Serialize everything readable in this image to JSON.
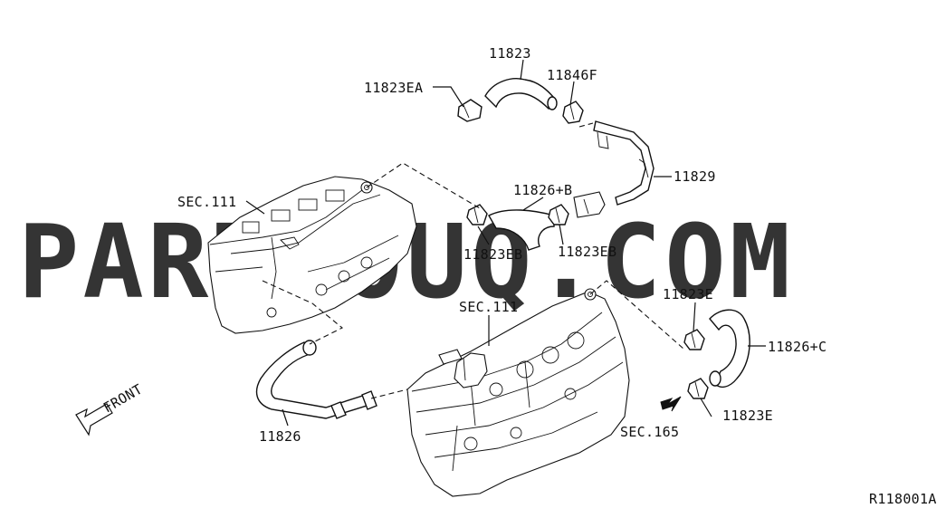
{
  "watermark": "PARTSOUQ.COM",
  "diagram_code": "R118001A",
  "front_label": "FRONT",
  "labels": {
    "hose_11823": "11823",
    "clamp_11823EA": "11823EA",
    "clamp_11846F": "11846F",
    "tube_11829": "11829",
    "hose_11826B": "11826+B",
    "clamp_11823EB_left": "11823EB",
    "clamp_11823EB_right": "11823EB",
    "sec111_upper": "SEC.111",
    "sec111_lower": "SEC.111",
    "clamp_11823E_top": "11823E",
    "hose_11826C": "11826+C",
    "clamp_11823E_bottom": "11823E",
    "sec165": "SEC.165",
    "hose_11826": "11826"
  }
}
